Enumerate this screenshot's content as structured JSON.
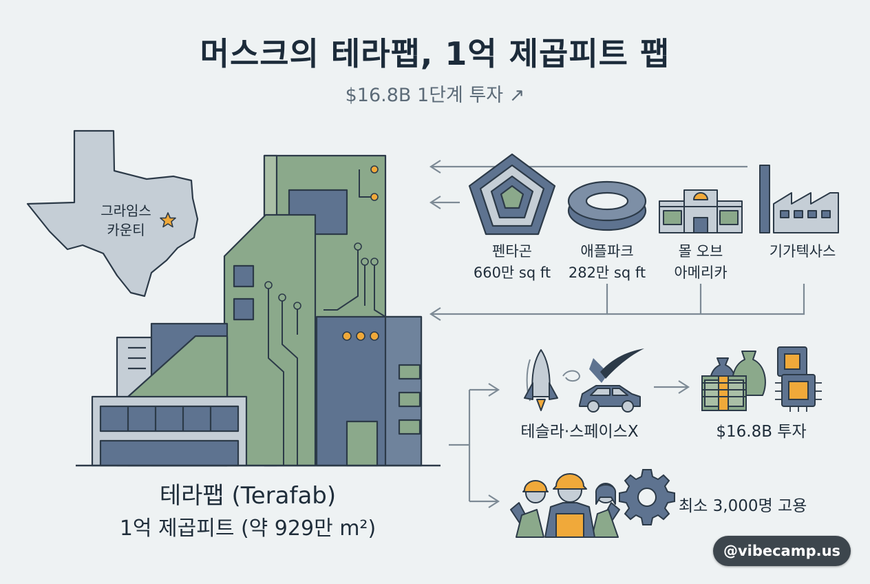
{
  "header": {
    "title": "머스크의 테라팹, 1억 제곱피트 팹",
    "subtitle": "$16.8B 1단계 투자 ↗"
  },
  "map": {
    "location_line1": "그라임스",
    "location_line2": "카운티",
    "marker_icon": "star-icon"
  },
  "facility": {
    "name": "테라팹 (Terafab)",
    "size": "1억 제곱피트 (약 929만 m²)"
  },
  "comparisons": [
    {
      "name": "펜타곤",
      "size": "660만 sq ft",
      "icon": "pentagon-icon"
    },
    {
      "name": "애플파크",
      "size": "282만 sq ft",
      "icon": "ring-building-icon"
    },
    {
      "name": "몰 오브",
      "size": "아메리카",
      "icon": "mall-icon"
    },
    {
      "name": "기가텍사스",
      "size": "",
      "icon": "factory-icon"
    }
  ],
  "impacts": {
    "companies": "테슬라·스페이스X",
    "investment": "$16.8B 투자",
    "jobs": "최소 3,000명 고용"
  },
  "watermark": "@vibecamp.us",
  "colors": {
    "background": "#eef2f3",
    "green": "#8ba98b",
    "slate": "#5e7390",
    "orange": "#e8a040",
    "texas": "#c5ced6"
  }
}
